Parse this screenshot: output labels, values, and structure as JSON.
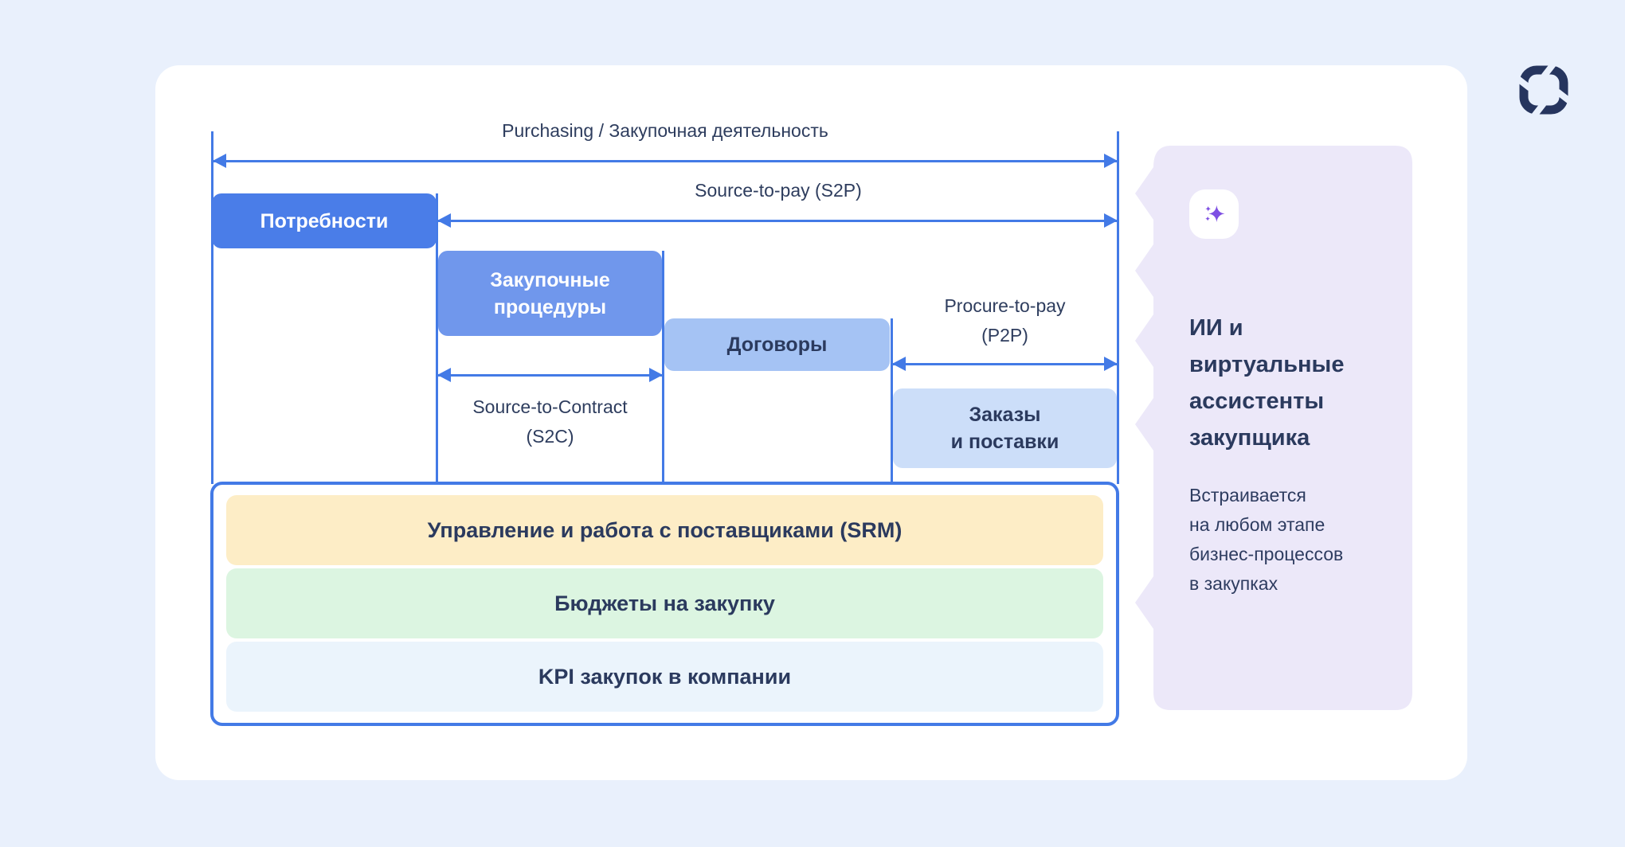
{
  "page": {
    "background_color": "#e9f0fc",
    "card_color": "#ffffff"
  },
  "branding": {
    "logo_icon": "rounded-square-segments-logo",
    "logo_color": "#26355e"
  },
  "diagram": {
    "accent_color": "#437ae6",
    "scope_labels": {
      "purchasing": "Purchasing / Закупочная деятельность",
      "s2p": "Source-to-pay (S2P)",
      "s2c": "Source-to-Contract\n(S2C)",
      "p2p": "Procure-to-pay\n(P2P)"
    },
    "stages": [
      {
        "label": "Потребности",
        "color": "#4a7de8"
      },
      {
        "label": "Закупочные\nпроцедуры",
        "color": "#7097ec"
      },
      {
        "label": "Договоры",
        "color": "#a5c3f4"
      },
      {
        "label": "Заказы\nи поставки",
        "color": "#ccdef9"
      }
    ],
    "foundation_rows": [
      {
        "label": "Управление и работа с поставщиками (SRM)",
        "color": "#fdedc6"
      },
      {
        "label": "Бюджеты на закупку",
        "color": "#dcf5e1"
      },
      {
        "label": "KPI закупок в компании",
        "color": "#ebf4fc"
      }
    ]
  },
  "side_panel": {
    "background_color": "#ece8f9",
    "icon": "sparkles-icon",
    "icon_color": "#7e4fe3",
    "title": "ИИ и\nвиртуальные\nассистенты\nзакупщика",
    "description": "Встраивается\nна любом этапе\nбизнес-процессов\nв закупках"
  }
}
